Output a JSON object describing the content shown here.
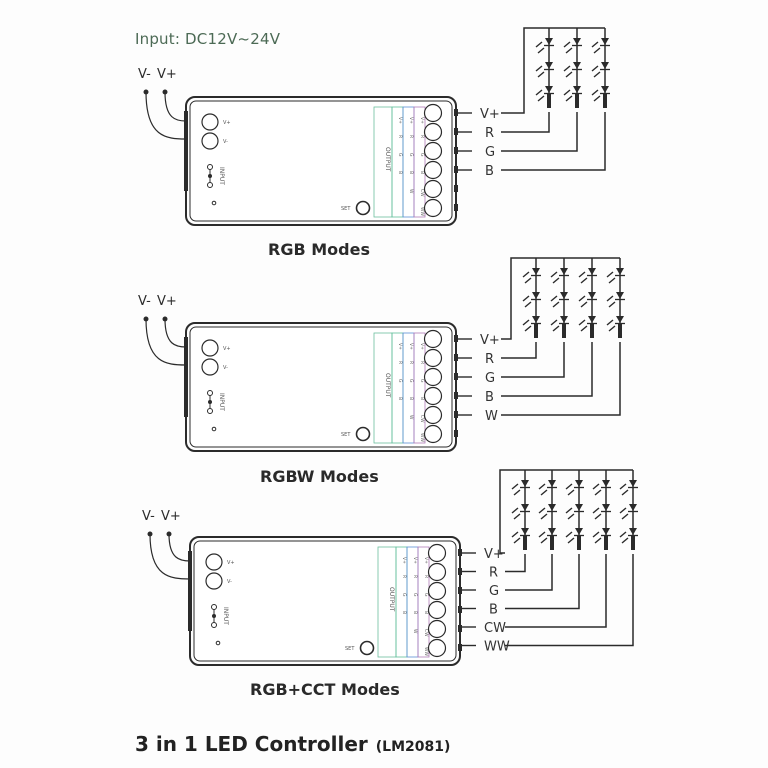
{
  "input_label": "Input: DC12V~24V",
  "title": {
    "text": "3 in 1 LED Controller",
    "model": "(LM2081)"
  },
  "controller": {
    "input_terminals": [
      "V+",
      "V-"
    ],
    "input_port_label": "INPUT",
    "output_block_label": "OUTPUT",
    "set_button_label": "SET",
    "output_columns": [
      {
        "color": "#5fbf9a",
        "pins": [
          "V+",
          "R",
          "G",
          "B",
          "",
          ""
        ]
      },
      {
        "color": "#5b8fd4",
        "pins": [
          "V+",
          "R",
          "G",
          "B",
          "W",
          ""
        ]
      },
      {
        "color": "#b07ab8",
        "pins": [
          "V+",
          "R",
          "G",
          "B",
          "CW",
          "WW"
        ]
      }
    ]
  },
  "sections": [
    {
      "name": "rgb",
      "mode_label": "RGB Modes",
      "supply_labels": [
        "V-",
        "V+"
      ],
      "output_wires": [
        "V+",
        "R",
        "G",
        "B"
      ],
      "led_strings": 3,
      "leds_per_string": 3
    },
    {
      "name": "rgbw",
      "mode_label": "RGBW Modes",
      "supply_labels": [
        "V-",
        "V+"
      ],
      "output_wires": [
        "V+",
        "R",
        "G",
        "B",
        "W"
      ],
      "led_strings": 4,
      "leds_per_string": 3
    },
    {
      "name": "rgbcct",
      "mode_label": "RGB+CCT Modes",
      "supply_labels": [
        "V-",
        "V+"
      ],
      "output_wires": [
        "V+",
        "R",
        "G",
        "B",
        "CW",
        "WW"
      ],
      "led_strings": 5,
      "leds_per_string": 3
    }
  ]
}
